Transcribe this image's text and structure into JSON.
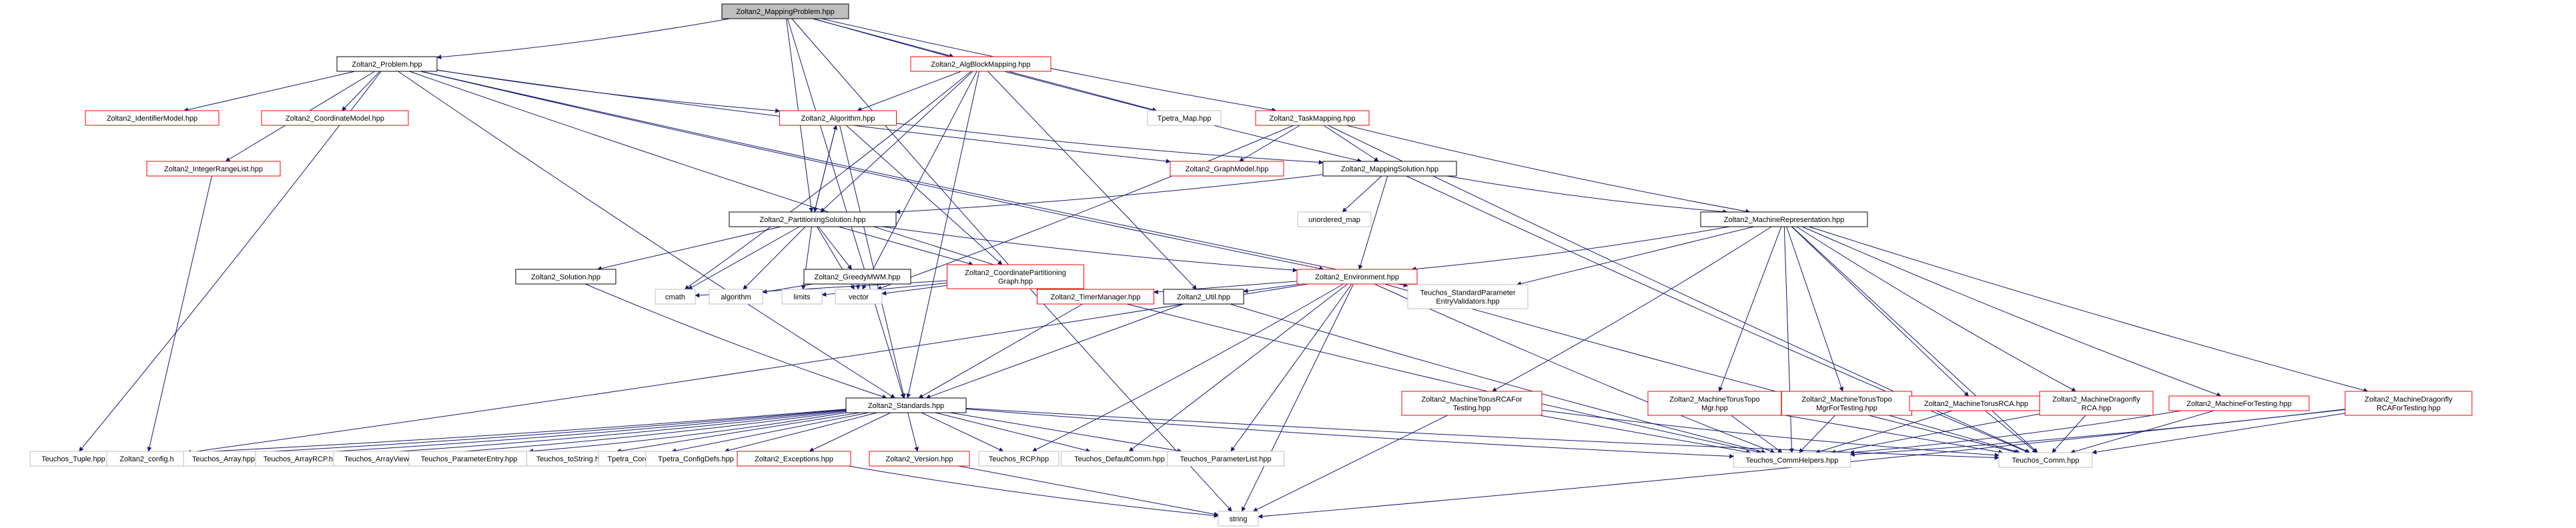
{
  "nodes": {
    "root": {
      "lines": [
        "Zoltan2_MappingProblem.hpp"
      ],
      "kind": "root"
    },
    "problem": {
      "lines": [
        "Zoltan2_Problem.hpp"
      ],
      "kind": "doc"
    },
    "algblock": {
      "lines": [
        "Zoltan2_AlgBlockMapping.hpp"
      ],
      "kind": "red"
    },
    "identifier": {
      "lines": [
        "Zoltan2_IdentifierModel.hpp"
      ],
      "kind": "red"
    },
    "coordmodel": {
      "lines": [
        "Zoltan2_CoordinateModel.hpp"
      ],
      "kind": "red"
    },
    "intrange": {
      "lines": [
        "Zoltan2_IntegerRangeList.hpp"
      ],
      "kind": "red"
    },
    "algorithm": {
      "lines": [
        "Zoltan2_Algorithm.hpp"
      ],
      "kind": "red"
    },
    "tpetramap": {
      "lines": [
        "Tpetra_Map.hpp"
      ],
      "kind": "ext"
    },
    "taskmap": {
      "lines": [
        "Zoltan2_TaskMapping.hpp"
      ],
      "kind": "red"
    },
    "graphmodel": {
      "lines": [
        "Zoltan2_GraphModel.hpp"
      ],
      "kind": "red"
    },
    "mapsol": {
      "lines": [
        "Zoltan2_MappingSolution.hpp"
      ],
      "kind": "doc"
    },
    "unordmap": {
      "lines": [
        "unordered_map"
      ],
      "kind": "ext"
    },
    "partsol": {
      "lines": [
        "Zoltan2_PartitioningSolution.hpp"
      ],
      "kind": "doc"
    },
    "machrep": {
      "lines": [
        "Zoltan2_MachineRepresentation.hpp"
      ],
      "kind": "doc"
    },
    "solution": {
      "lines": [
        "Zoltan2_Solution.hpp"
      ],
      "kind": "doc"
    },
    "greedy": {
      "lines": [
        "Zoltan2_GreedyMWM.hpp"
      ],
      "kind": "doc"
    },
    "coordpart": {
      "lines": [
        "Zoltan2_CoordinatePartitioning",
        "Graph.hpp"
      ],
      "kind": "red"
    },
    "env": {
      "lines": [
        "Zoltan2_Environment.hpp"
      ],
      "kind": "red"
    },
    "cmath": {
      "lines": [
        "cmath"
      ],
      "kind": "ext"
    },
    "algo": {
      "lines": [
        "algorithm"
      ],
      "kind": "ext"
    },
    "limits": {
      "lines": [
        "limits"
      ],
      "kind": "ext"
    },
    "vector": {
      "lines": [
        "vector"
      ],
      "kind": "ext"
    },
    "timer": {
      "lines": [
        "Zoltan2_TimerManager.hpp"
      ],
      "kind": "red"
    },
    "util": {
      "lines": [
        "Zoltan2_Util.hpp"
      ],
      "kind": "doc"
    },
    "stdparam": {
      "lines": [
        "Teuchos_StandardParameter",
        "EntryValidators.hpp"
      ],
      "kind": "ext"
    },
    "torusrcaft": {
      "lines": [
        "Zoltan2_MachineTorusRCAFor",
        "Testing.hpp"
      ],
      "kind": "red"
    },
    "torustopo": {
      "lines": [
        "Zoltan2_MachineTorusTopo",
        "Mgr.hpp"
      ],
      "kind": "red"
    },
    "torustopot": {
      "lines": [
        "Zoltan2_MachineTorusTopo",
        "MgrForTesting.hpp"
      ],
      "kind": "red"
    },
    "torusrca": {
      "lines": [
        "Zoltan2_MachineTorusRCA.hpp"
      ],
      "kind": "red"
    },
    "dragonrca": {
      "lines": [
        "Zoltan2_MachineDragonfly",
        "RCA.hpp"
      ],
      "kind": "red"
    },
    "machtest": {
      "lines": [
        "Zoltan2_MachineForTesting.hpp"
      ],
      "kind": "red"
    },
    "dragonrcat": {
      "lines": [
        "Zoltan2_MachineDragonfly",
        "RCAForTesting.hpp"
      ],
      "kind": "red"
    },
    "standards": {
      "lines": [
        "Zoltan2_Standards.hpp"
      ],
      "kind": "doc"
    },
    "tuple": {
      "lines": [
        "Teuchos_Tuple.hpp"
      ],
      "kind": "ext"
    },
    "config": {
      "lines": [
        "Zoltan2_config.h"
      ],
      "kind": "ext"
    },
    "array": {
      "lines": [
        "Teuchos_Array.hpp"
      ],
      "kind": "ext"
    },
    "arrayrcp": {
      "lines": [
        "Teuchos_ArrayRCP.hpp"
      ],
      "kind": "ext"
    },
    "arrayview": {
      "lines": [
        "Teuchos_ArrayView.hpp"
      ],
      "kind": "ext"
    },
    "paramentry": {
      "lines": [
        "Teuchos_ParameterEntry.hpp"
      ],
      "kind": "ext"
    },
    "tostring": {
      "lines": [
        "Teuchos_toString.hpp"
      ],
      "kind": "ext"
    },
    "tpetracore": {
      "lines": [
        "Tpetra_Core.hpp"
      ],
      "kind": "ext"
    },
    "tpetracfg": {
      "lines": [
        "Tpetra_ConfigDefs.hpp"
      ],
      "kind": "ext"
    },
    "exceptions": {
      "lines": [
        "Zoltan2_Exceptions.hpp"
      ],
      "kind": "red"
    },
    "version": {
      "lines": [
        "Zoltan2_Version.hpp"
      ],
      "kind": "red"
    },
    "rcp": {
      "lines": [
        "Teuchos_RCP.hpp"
      ],
      "kind": "ext"
    },
    "defcomm": {
      "lines": [
        "Teuchos_DefaultComm.hpp"
      ],
      "kind": "ext"
    },
    "paramlist": {
      "lines": [
        "Teuchos_ParameterList.hpp"
      ],
      "kind": "ext"
    },
    "commhelp": {
      "lines": [
        "Teuchos_CommHelpers.hpp"
      ],
      "kind": "ext"
    },
    "comm": {
      "lines": [
        "Teuchos_Comm.hpp"
      ],
      "kind": "ext"
    },
    "string": {
      "lines": [
        "string"
      ],
      "kind": "ext"
    }
  },
  "edges": [
    [
      "root",
      "problem"
    ],
    [
      "root",
      "algblock"
    ],
    [
      "root",
      "taskmap"
    ],
    [
      "root",
      "mapsol"
    ],
    [
      "root",
      "partsol"
    ],
    [
      "root",
      "standards"
    ],
    [
      "root",
      "string"
    ],
    [
      "problem",
      "identifier"
    ],
    [
      "problem",
      "coordmodel"
    ],
    [
      "problem",
      "intrange"
    ],
    [
      "problem",
      "algorithm"
    ],
    [
      "problem",
      "graphmodel"
    ],
    [
      "problem",
      "stdparam"
    ],
    [
      "problem",
      "timer"
    ],
    [
      "problem",
      "standards"
    ],
    [
      "problem",
      "tuple"
    ],
    [
      "problem",
      "env"
    ],
    [
      "algblock",
      "algorithm"
    ],
    [
      "algblock",
      "partsol"
    ],
    [
      "algblock",
      "tpetramap"
    ],
    [
      "algblock",
      "util"
    ],
    [
      "algblock",
      "cmath"
    ],
    [
      "algblock",
      "standards"
    ],
    [
      "algblock",
      "vector"
    ],
    [
      "intrange",
      "config"
    ],
    [
      "algorithm",
      "partsol"
    ],
    [
      "algorithm",
      "mapsol"
    ],
    [
      "algorithm",
      "coordpart"
    ],
    [
      "algorithm",
      "standards"
    ],
    [
      "taskmap",
      "graphmodel"
    ],
    [
      "taskmap",
      "mapsol"
    ],
    [
      "taskmap",
      "machrep"
    ],
    [
      "taskmap",
      "comm"
    ],
    [
      "taskmap",
      "vector"
    ],
    [
      "mapsol",
      "partsol"
    ],
    [
      "mapsol",
      "unordmap"
    ],
    [
      "mapsol",
      "machrep"
    ],
    [
      "mapsol",
      "env"
    ],
    [
      "mapsol",
      "comm"
    ],
    [
      "partsol",
      "algorithm"
    ],
    [
      "partsol",
      "solution"
    ],
    [
      "partsol",
      "greedy"
    ],
    [
      "partsol",
      "coordpart"
    ],
    [
      "partsol",
      "env"
    ],
    [
      "partsol",
      "cmath"
    ],
    [
      "partsol",
      "algo"
    ],
    [
      "partsol",
      "limits"
    ],
    [
      "partsol",
      "vector"
    ],
    [
      "machrep",
      "env"
    ],
    [
      "machrep",
      "stdparam"
    ],
    [
      "machrep",
      "torusrcaft"
    ],
    [
      "machrep",
      "torustopo"
    ],
    [
      "machrep",
      "torustopot"
    ],
    [
      "machrep",
      "torusrca"
    ],
    [
      "machrep",
      "dragonrca"
    ],
    [
      "machrep",
      "machtest"
    ],
    [
      "machrep",
      "dragonrcat"
    ],
    [
      "machrep",
      "comm"
    ],
    [
      "machrep",
      "commhelp"
    ],
    [
      "solution",
      "standards"
    ],
    [
      "greedy",
      "algo"
    ],
    [
      "greedy",
      "vector"
    ],
    [
      "coordpart",
      "cmath"
    ],
    [
      "coordpart",
      "vector"
    ],
    [
      "coordpart",
      "limits"
    ],
    [
      "coordpart",
      "commhelp"
    ],
    [
      "env",
      "timer"
    ],
    [
      "env",
      "util"
    ],
    [
      "env",
      "stdparam"
    ],
    [
      "env",
      "rcp"
    ],
    [
      "env",
      "defcomm"
    ],
    [
      "env",
      "paramlist"
    ],
    [
      "env",
      "commhelp"
    ],
    [
      "env",
      "comm"
    ],
    [
      "env",
      "config"
    ],
    [
      "env",
      "string"
    ],
    [
      "timer",
      "standards"
    ],
    [
      "util",
      "standards"
    ],
    [
      "util",
      "commhelp"
    ],
    [
      "torusrcaft",
      "commhelp"
    ],
    [
      "torusrcaft",
      "comm"
    ],
    [
      "torusrcaft",
      "string"
    ],
    [
      "torustopo",
      "commhelp"
    ],
    [
      "torustopo",
      "comm"
    ],
    [
      "torustopot",
      "commhelp"
    ],
    [
      "torustopot",
      "comm"
    ],
    [
      "torusrca",
      "commhelp"
    ],
    [
      "torusrca",
      "comm"
    ],
    [
      "dragonrca",
      "commhelp"
    ],
    [
      "dragonrca",
      "comm"
    ],
    [
      "machtest",
      "commhelp"
    ],
    [
      "machtest",
      "comm"
    ],
    [
      "dragonrcat",
      "commhelp"
    ],
    [
      "dragonrcat",
      "comm"
    ],
    [
      "dragonrcat",
      "string"
    ],
    [
      "standards",
      "tuple"
    ],
    [
      "standards",
      "config"
    ],
    [
      "standards",
      "array"
    ],
    [
      "standards",
      "arrayrcp"
    ],
    [
      "standards",
      "arrayview"
    ],
    [
      "standards",
      "paramentry"
    ],
    [
      "standards",
      "tostring"
    ],
    [
      "standards",
      "tpetracore"
    ],
    [
      "standards",
      "tpetracfg"
    ],
    [
      "standards",
      "exceptions"
    ],
    [
      "standards",
      "version"
    ],
    [
      "standards",
      "rcp"
    ],
    [
      "standards",
      "defcomm"
    ],
    [
      "standards",
      "paramlist"
    ],
    [
      "standards",
      "commhelp"
    ],
    [
      "standards",
      "comm"
    ],
    [
      "exceptions",
      "string"
    ],
    [
      "version",
      "string"
    ]
  ],
  "colors": {
    "root_fill": "#bfbfbf",
    "doc_border": "#000000",
    "red_border": "#ff0000",
    "ext_border": "#bfbfbf",
    "edge": "#191970",
    "text": "#000000"
  }
}
